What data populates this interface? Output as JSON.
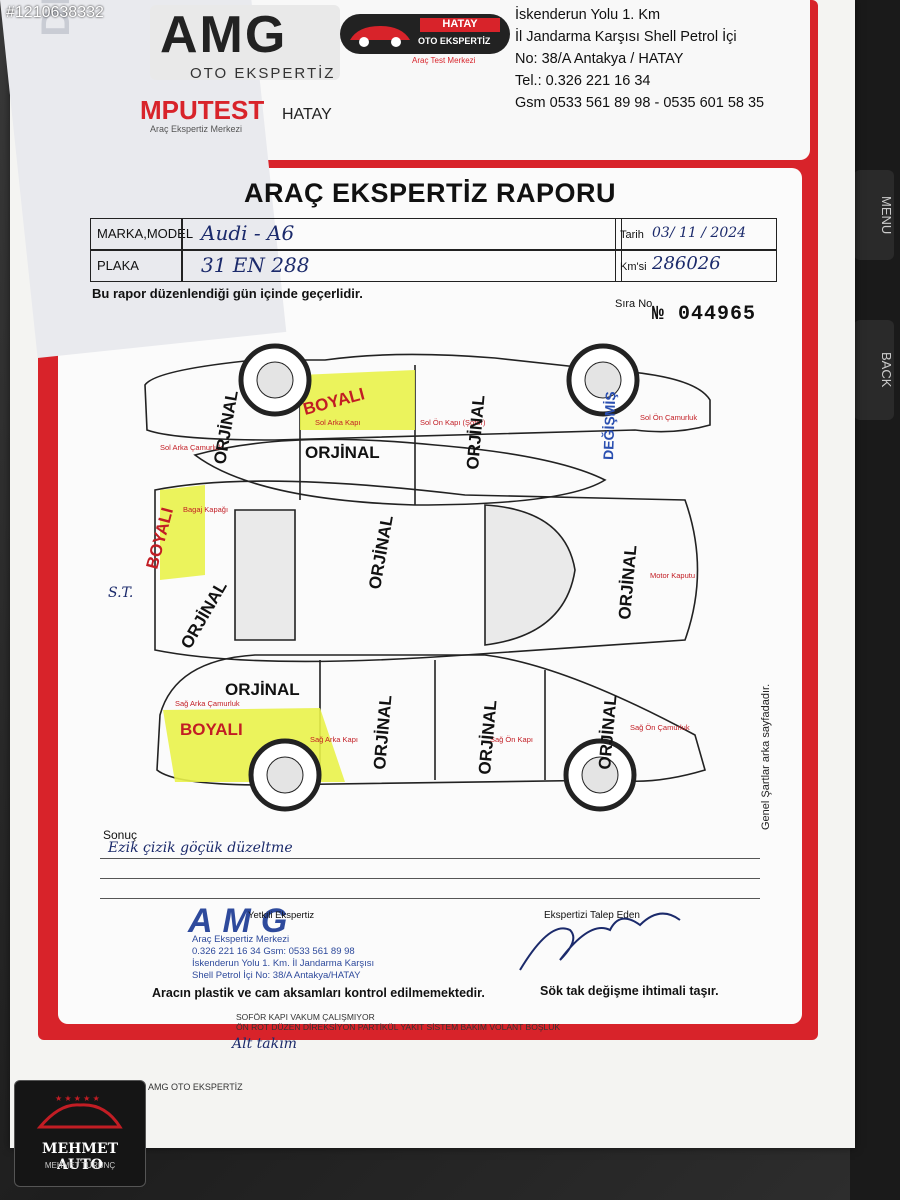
{
  "watermark_id": "#1210638332",
  "header": {
    "company_logo": "AMG",
    "company_logo_sub": "OTO EKSPERTİZ",
    "hatay_tag": "HATAY",
    "hatay_logo_sub": "OTO EKSPERTİZ",
    "hatay_logo_note": "Araç Test Merkezi",
    "computest": "MPUTEST",
    "computest_sub": "Araç Ekspertiz Merkezi",
    "hatay_text": "HATAY",
    "address_line1": "İskenderun Yolu 1. Km",
    "address_line2": "İl Jandarma Karşısı Shell Petrol İçi",
    "address_line3": "No: 38/A    Antakya / HATAY",
    "tel": "Tel.: 0.326 221 16 34",
    "gsm": "Gsm 0533 561 89 98 - 0535 601 58 35"
  },
  "report": {
    "title": "ARAÇ EKSPERTİZ RAPORU",
    "marka_label": "MARKA,MODEL",
    "marka_value": "Audi - A6",
    "plaka_label": "PLAKA",
    "plaka_value": "31 EN 288",
    "tarih_label": "Tarih",
    "tarih_value": "03/ 11 / 2024",
    "km_label": "Km'si",
    "km_value": "286026",
    "validity": "Bu rapor düzenlendiği gün içinde geçerlidir.",
    "sira_label": "Sıra No",
    "sira_no": "№ 044965",
    "side_note": "Genel Şartlar arka sayfadadır.",
    "sonuc_label": "Sonuç",
    "sonuc_value": "Ezik çizik göçük düzeltme",
    "plastic_note": "Aracın plastik ve cam aksamları kontrol edilmemektedir.",
    "sok_tak_note": "Sök tak değişme ihtimali taşır.",
    "yetkili_label": "Yetkili Ekspertiz",
    "talep_label": "Ekspertizi Talep Eden",
    "st_mark": "S.T."
  },
  "parts": {
    "sol_arka_camurluk": "Sol Arka Çamurluk",
    "sol_arka_kapi": "Sol Arka Kapı",
    "sol_on_kapi": "Sol Ön Kapı (Şoför)",
    "sol_on_camurluk": "Sol Ön Çamurluk",
    "bagaj_kapagi": "Bagaj Kapağı",
    "motor_kaputu": "Motor Kaputu",
    "sag_arka_camurluk": "Sağ Arka Çamurluk",
    "sag_arka_kapi": "Sağ Arka Kapı",
    "sag_on_kapi": "Sağ Ön Kapı",
    "sag_on_camurluk": "Sağ Ön Çamurluk"
  },
  "stamps": {
    "orjinal": "ORJİNAL",
    "boyali": "BOYALI",
    "degismis": "DEĞİŞMİŞ"
  },
  "stamp_box": {
    "logo": "AMG",
    "line1": "Yetkili Ekspertiz",
    "line2": "Araç Ekspertiz Merkezi",
    "line3": "0.326 221 16 34 Gsm: 0533 561 89 98",
    "line4": "İskenderun Yolu 1. Km. İl Jandarma Karşısı",
    "line5": "Shell Petrol İçi No: 38/A Antakya/HATAY"
  },
  "footer": {
    "list_line1": "SOFÖR KAPI VAKUM ÇALIŞMIYOR",
    "list_line2": "ÖN ROT DÜZEN DİREKSİYON    PARTİKÜL YAKIT SİSTEM BAKIM    VOLANT BOŞLUK",
    "handwritten": "Alt takım",
    "brand": "AMG OTO EKSPERTİZ"
  },
  "overlay": {
    "dealer_name": "MEHMET AUTO",
    "dealer_sub": "MEHMET TURUNÇ"
  },
  "device": {
    "menu_label": "MENU",
    "back_label": "BACK"
  },
  "colors": {
    "red_frame": "#d8232a",
    "painted_highlight": "#e9f24a",
    "stamp_ink": "#111111",
    "pen_ink": "#1b2a6b",
    "changed_ink": "#2a4fb0"
  }
}
